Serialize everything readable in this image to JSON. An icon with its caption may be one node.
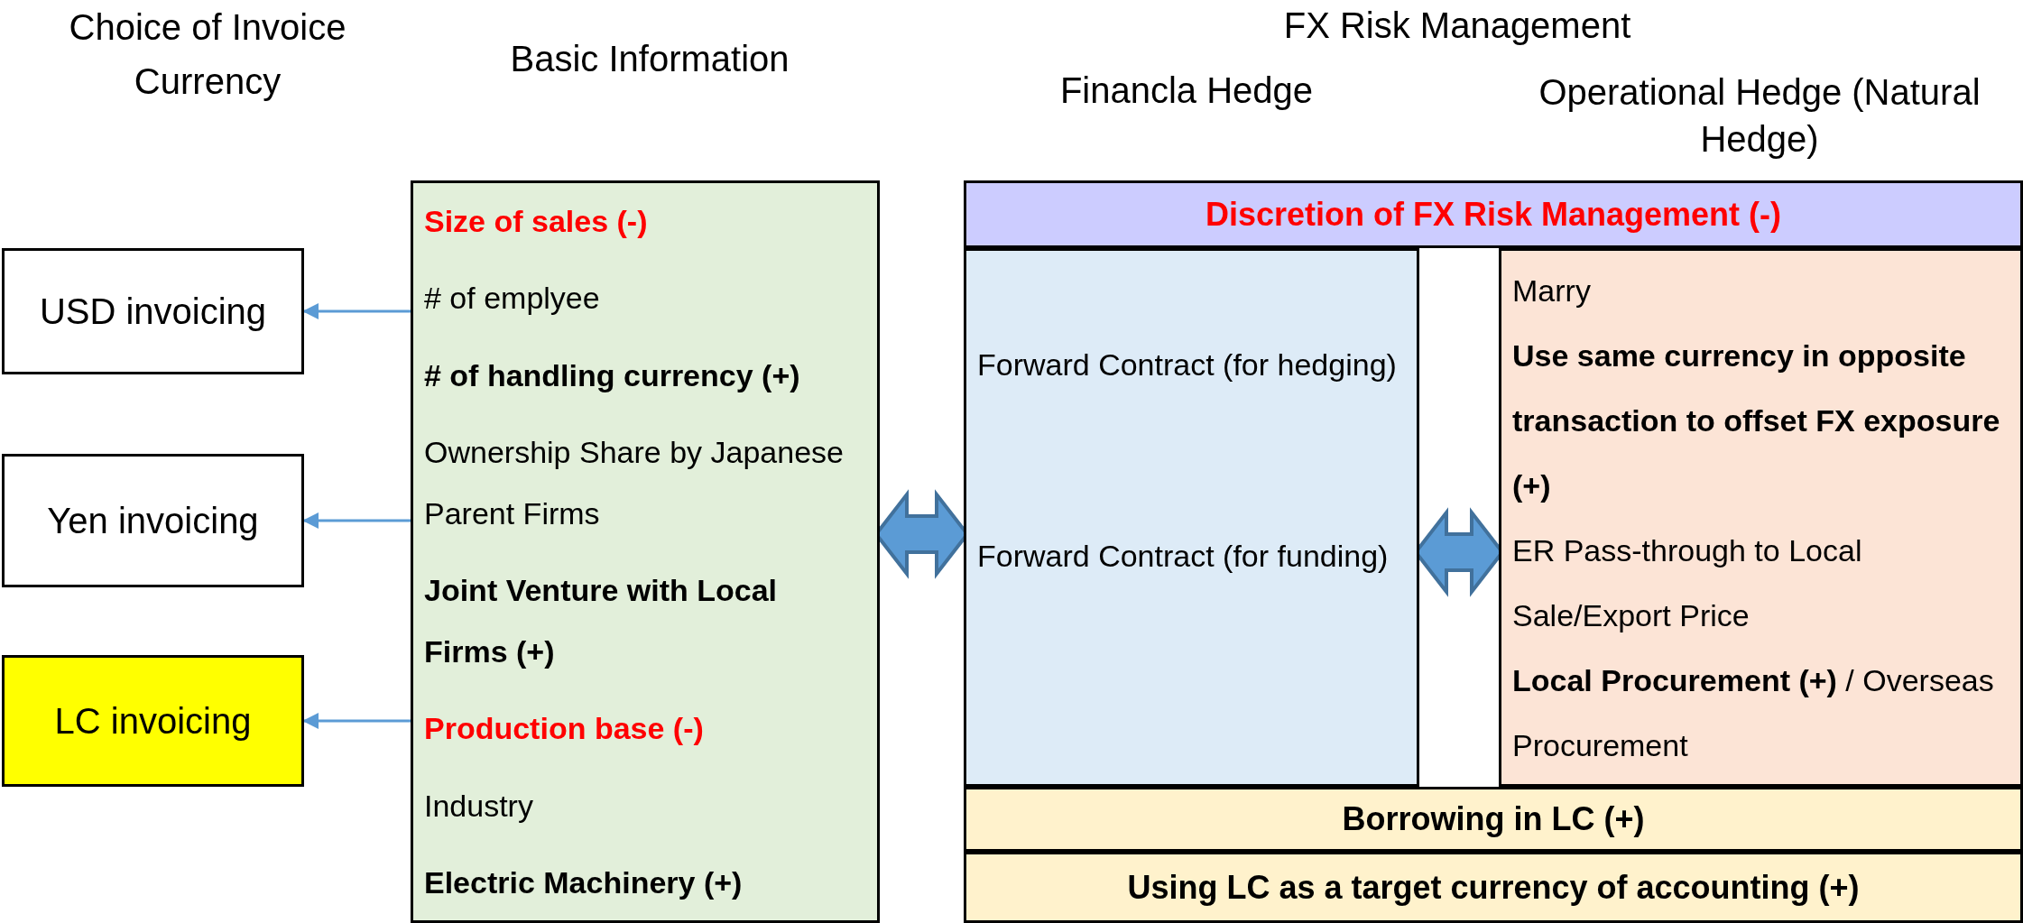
{
  "diagram": {
    "nodes": [
      {
        "text": [
          "USD invoicing"
        ]
      },
      {
        "text": [
          "Yen invoicing"
        ]
      },
      {
        "text": [
          "LC invoicing"
        ]
      },
      {
        "text": [
          "Size of sales (-)",
          "# of emplyee",
          "# of handling currency (+)",
          "Ownership Share by Japanese Parent Firms",
          "Joint Venture with Local Firms (+)",
          "Production base (-)",
          "Industry",
          "Electric Machinery (+)"
        ]
      },
      {
        "text": [
          "Discretion of FX Risk Management (-)"
        ]
      },
      {
        "text": [
          "Forward Contract (for hedging)",
          "Forward Contract (for funding)"
        ]
      },
      {
        "text": [
          "Marry",
          "Use same currency in opposite transaction to offset FX exposure (+)",
          "ER Pass-through to Local Sale/Export Price",
          "**Local Procurement (+)**  / Overseas Procurement"
        ]
      },
      {
        "text": [
          "Borrowing in LC (+)"
        ]
      },
      {
        "text": [
          "Using LC as a target currency of accounting (+)"
        ]
      }
    ],
    "edges": [
      {
        "from": 3,
        "to": 0,
        "arrow": "to"
      },
      {
        "from": 3,
        "to": 1,
        "arrow": "to"
      },
      {
        "from": 3,
        "to": 2,
        "arrow": "to"
      },
      {
        "from": 3,
        "to": 5,
        "arrow": "both",
        "style": "thick"
      },
      {
        "from": 5,
        "to": 6,
        "arrow": "both",
        "style": "thick"
      }
    ],
    "labels": [
      "Choice of Invoice Currency",
      "Basic Information",
      "FX Risk Management",
      "Financla Hedge",
      "Operational Hedge (Natural Hedge)"
    ]
  }
}
